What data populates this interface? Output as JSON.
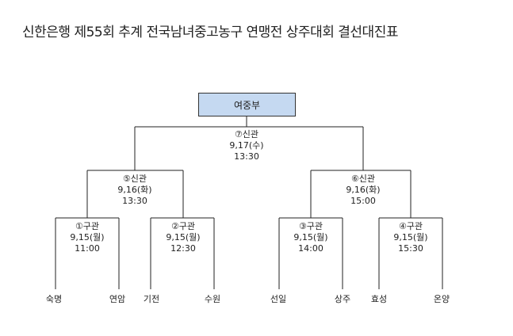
{
  "title": "신한은행 제55회 추계 전국남녀중고농구 연맹전 상주대회 결선대진표",
  "division": "여중부",
  "matches": {
    "m7": {
      "label": "⑦신관",
      "date": "9,17(수)",
      "time": "13:30"
    },
    "m5": {
      "label": "⑤신관",
      "date": "9,16(화)",
      "time": "13:30"
    },
    "m6": {
      "label": "⑥신관",
      "date": "9,16(화)",
      "time": "15:00"
    },
    "m1": {
      "label": "①구관",
      "date": "9,15(월)",
      "time": "11:00"
    },
    "m2": {
      "label": "②구관",
      "date": "9,15(월)",
      "time": "12:30"
    },
    "m3": {
      "label": "③구관",
      "date": "9,15(월)",
      "time": "14:00"
    },
    "m4": {
      "label": "④구관",
      "date": "9,15(월)",
      "time": "15:30"
    }
  },
  "teams": [
    "숙명",
    "연암",
    "기전",
    "수원",
    "선일",
    "상주",
    "효성",
    "온양"
  ]
}
